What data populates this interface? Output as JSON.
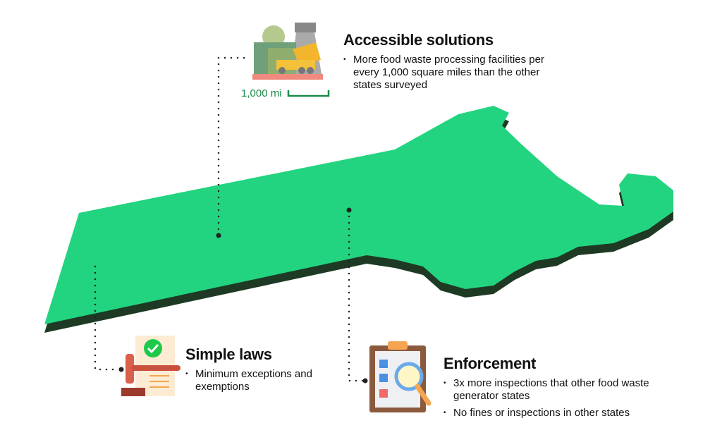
{
  "colors": {
    "land": "#22d47f",
    "land_edge": "#1e3a24",
    "scale": "#1a8a4a"
  },
  "sections": {
    "accessible": {
      "title": "Accessible solutions",
      "bullets": [
        "More food waste processing facilities per every 1,000 square miles than the other states surveyed"
      ],
      "scale_label": "1,000 mi",
      "icon": "recycling-facility-icon"
    },
    "simple_laws": {
      "title": "Simple laws",
      "bullets": [
        "Minimum exceptions and exemptions"
      ],
      "icon": "gavel-document-icon"
    },
    "enforcement": {
      "title": "Enforcement",
      "bullets": [
        "3x more inspections that other food waste generator states",
        "No fines or inspections in other states"
      ],
      "icon": "clipboard-magnifier-icon"
    }
  }
}
